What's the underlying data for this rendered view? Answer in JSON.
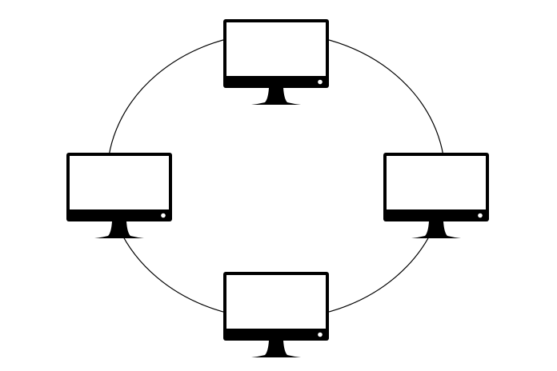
{
  "diagram": {
    "type": "ring-network-topology",
    "nodes": [
      {
        "id": "top",
        "icon": "computer-monitor-icon"
      },
      {
        "id": "right",
        "icon": "computer-monitor-icon"
      },
      {
        "id": "bottom",
        "icon": "computer-monitor-icon"
      },
      {
        "id": "left",
        "icon": "computer-monitor-icon"
      }
    ],
    "edges": [
      [
        "top",
        "right"
      ],
      [
        "right",
        "bottom"
      ],
      [
        "bottom",
        "left"
      ],
      [
        "left",
        "top"
      ]
    ],
    "colors": {
      "stroke": "#000000",
      "background": "#ffffff",
      "screen": "#ffffff"
    }
  }
}
